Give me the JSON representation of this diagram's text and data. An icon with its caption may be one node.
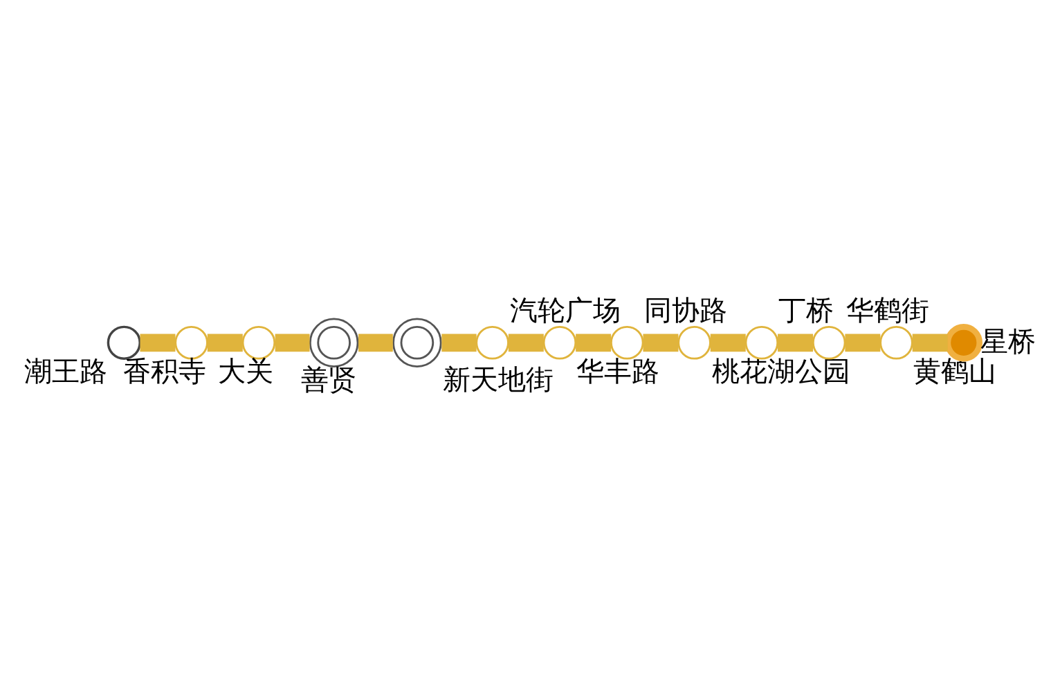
{
  "diagram": {
    "nodes": [
      {
        "text": [],
        "shape": "circle",
        "beside": [
          "潮王路"
        ]
      },
      {
        "text": [],
        "shape": "circle",
        "beside": [
          "香积寺"
        ]
      },
      {
        "text": [],
        "shape": "circle",
        "beside": [
          "大关"
        ]
      },
      {
        "text": [],
        "shape": "circle",
        "beside": [
          "善贤"
        ]
      },
      {
        "text": [],
        "shape": "circle",
        "beside": [
          "新天地街"
        ]
      },
      {
        "text": [],
        "shape": "circle",
        "beside": [
          "汽轮广场"
        ]
      },
      {
        "text": [],
        "shape": "circle",
        "beside": [
          "华丰路"
        ]
      },
      {
        "text": [],
        "shape": "circle",
        "beside": [
          "同协路"
        ]
      },
      {
        "text": [],
        "shape": "circle",
        "beside": [
          "桃花湖公园"
        ]
      },
      {
        "text": [],
        "shape": "circle",
        "beside": [
          "丁桥"
        ]
      },
      {
        "text": [],
        "shape": "circle",
        "beside": [
          "华鹤街"
        ]
      },
      {
        "text": [],
        "shape": "circle",
        "beside": [
          "黄鹤山"
        ]
      },
      {
        "text": [],
        "shape": "circle",
        "beside": [
          "星桥"
        ]
      }
    ],
    "edges": [
      {
        "from": 0,
        "to": 1,
        "arrow": "none"
      },
      {
        "from": 1,
        "to": 2,
        "arrow": "none"
      },
      {
        "from": 2,
        "to": 3,
        "arrow": "none"
      },
      {
        "from": 3,
        "to": 4,
        "arrow": "none"
      },
      {
        "from": 4,
        "to": 5,
        "arrow": "none"
      },
      {
        "from": 5,
        "to": 6,
        "arrow": "none"
      },
      {
        "from": 6,
        "to": 7,
        "arrow": "none"
      },
      {
        "from": 7,
        "to": 8,
        "arrow": "none"
      },
      {
        "from": 8,
        "to": 9,
        "arrow": "none"
      },
      {
        "from": 9,
        "to": 10,
        "arrow": "none"
      },
      {
        "from": 10,
        "to": 11,
        "arrow": "none"
      },
      {
        "from": 11,
        "to": 12,
        "arrow": "none"
      }
    ]
  }
}
